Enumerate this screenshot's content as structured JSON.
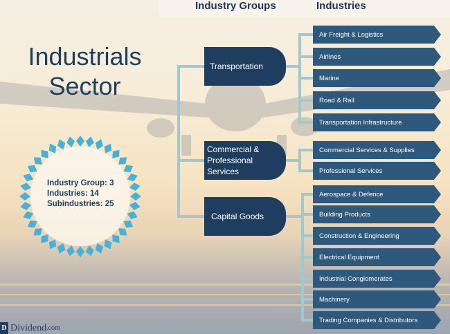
{
  "title_line1": "Industrials",
  "title_line2": "Sector",
  "headers": {
    "groups": "Industry Groups",
    "industries": "Industries"
  },
  "stats": {
    "industry_group": "Industry Group: 3",
    "industries": "Industries: 14",
    "subindustries": "Subindustries: 25"
  },
  "groups": [
    {
      "label": "Transportation"
    },
    {
      "label": "Commercial & Professional Services"
    },
    {
      "label": "Capital Goods"
    }
  ],
  "industries": [
    "Air Freight & Logistics",
    "Airlines",
    "Marine",
    "Road & Rail",
    "Transportation Infrastructure",
    "Commercial Services & Supplies",
    "Professional Services",
    "Aerospace & Defence",
    "Building Products",
    "Construction & Engineering",
    "Electrical Equipment",
    "Industrial Conglomerates",
    "Machinery",
    "Trading Companies & Distributors"
  ],
  "logo": {
    "mark": "D",
    "name": "Dividend",
    "suffix": ".com"
  },
  "colors": {
    "navy": "#1f3e5f",
    "arrow": "#2e587c",
    "connector": "#9fc8cf",
    "badge": "#4ab0d6"
  }
}
